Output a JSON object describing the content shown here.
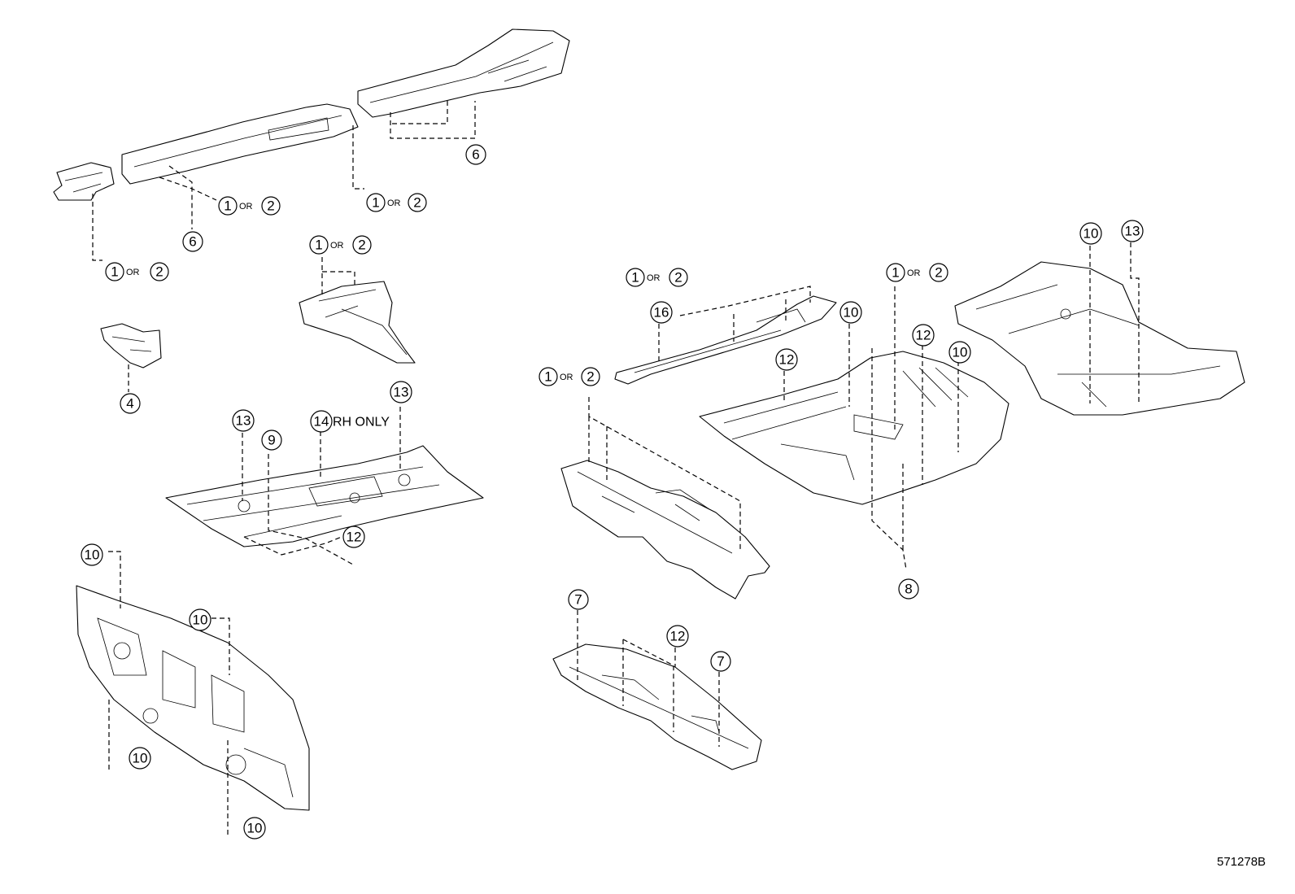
{
  "diagram_code": "571278B",
  "or_label": "OR",
  "labels": {
    "n1": "1",
    "n2": "2",
    "n4": "4",
    "n6": "6",
    "n7": "7",
    "n8": "8",
    "n9": "9",
    "n10": "10",
    "n12": "12",
    "n13": "13",
    "n14": "14",
    "n16": "16",
    "rh_only": "RH ONLY"
  }
}
